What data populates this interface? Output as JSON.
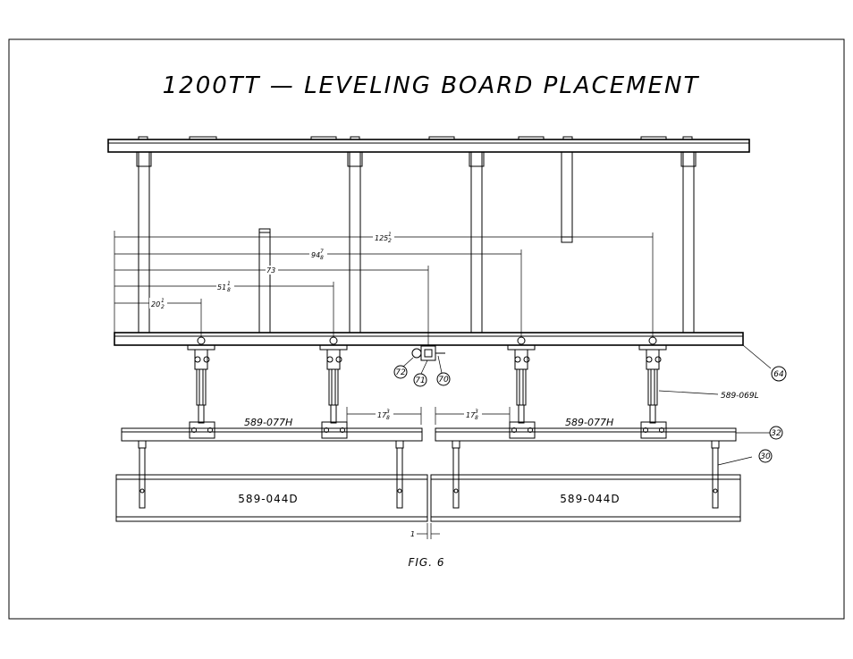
{
  "title": "1200TT — LEVELING BOARD PLACEMENT",
  "figure_label": "FIG. 6",
  "dimensions": {
    "d1": {
      "whole": "125",
      "num": "1",
      "den": "2"
    },
    "d2": {
      "whole": "94",
      "num": "7",
      "den": "8"
    },
    "d3": {
      "whole": "73"
    },
    "d4": {
      "whole": "51",
      "num": "1",
      "den": "8"
    },
    "d5": {
      "whole": "20",
      "num": "1",
      "den": "2"
    },
    "d6": {
      "whole": "17",
      "num": "3",
      "den": "8"
    },
    "d7": {
      "whole": "17",
      "num": "3",
      "den": "8"
    },
    "gap": "1"
  },
  "part_labels": {
    "rail_left": "589-077H",
    "rail_right": "589-077H",
    "board_left": "589-044D",
    "board_right": "589-044D",
    "cylinder": "589-069L"
  },
  "callouts": {
    "c64": "64",
    "c32": "32",
    "c30": "30",
    "c72": "72",
    "c71": "71",
    "c70": "70"
  }
}
